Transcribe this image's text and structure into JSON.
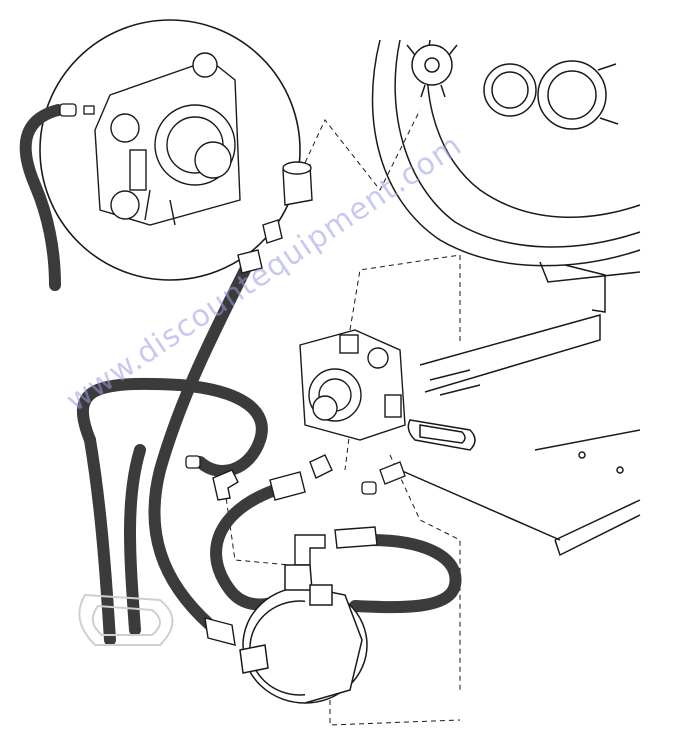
{
  "watermark": {
    "text": "www.discountequipment.com",
    "color": "#9c9ce6"
  },
  "diagram": {
    "subject": "fuel hose and regulator assembly",
    "components": [
      {
        "name": "detail-inset-regulator"
      },
      {
        "name": "mounted-regulator"
      },
      {
        "name": "lower-regulator"
      },
      {
        "name": "vaporizer-hose"
      },
      {
        "name": "fuel-hose"
      },
      {
        "name": "hose-coupler"
      },
      {
        "name": "elbow-fitting"
      },
      {
        "name": "hose-clamps"
      },
      {
        "name": "grommet"
      },
      {
        "name": "engine-flywheel-housing"
      },
      {
        "name": "mounting-bracket"
      },
      {
        "name": "leader-lines"
      }
    ],
    "colors": {
      "hose": "#3b3b3b",
      "line": "#1a1a1a",
      "light_line": "#cfcfcf"
    }
  }
}
